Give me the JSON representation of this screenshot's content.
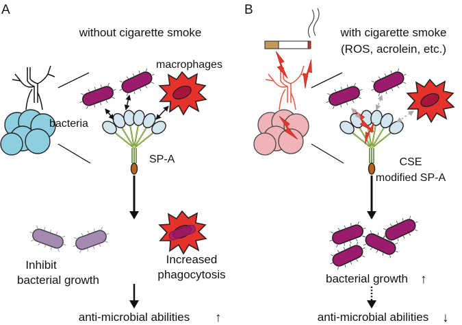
{
  "panel_a": {
    "letter": "A",
    "title": "without cigarette smoke",
    "label_macrophages": "macrophages",
    "label_bacteria": "bacteria",
    "label_spa": "SP-A",
    "outcome_left_line1": "Inhibit",
    "outcome_left_line2": "bacterial growth",
    "outcome_right_line1": "Increased",
    "outcome_right_line2": "phagocytosis",
    "bottom": "anti-microbial abilities",
    "bottom_arrow": "↑"
  },
  "panel_b": {
    "letter": "B",
    "title_line1": "with cigarette smoke",
    "title_line2": "(ROS, acrolein, etc.)",
    "label_cse_line1": "CSE",
    "label_cse_line2": "modified SP-A",
    "middle": "bacterial growth",
    "middle_arrow": "↑",
    "bottom": "anti-microbial abilities",
    "bottom_arrow": "↓"
  },
  "colors": {
    "bacteria": "#9b1b6e",
    "bacteria_inhibited": "#a48ab0",
    "macrophage": "#e5322d",
    "alveoli_normal": "#8dcfe0",
    "alveoli_smoke": "#f0b3b8",
    "airway_smoke": "#e8553e",
    "spa_stalk": "#4e7b25",
    "head_blue": "#d3e6f0"
  },
  "icons": [
    "bacterium-icon",
    "macrophage-icon",
    "lung-alveoli-icon",
    "airway-tree-icon",
    "sp-a-protein-icon",
    "cigarette-icon",
    "smoke-icon",
    "lightning-bolt-icon"
  ]
}
